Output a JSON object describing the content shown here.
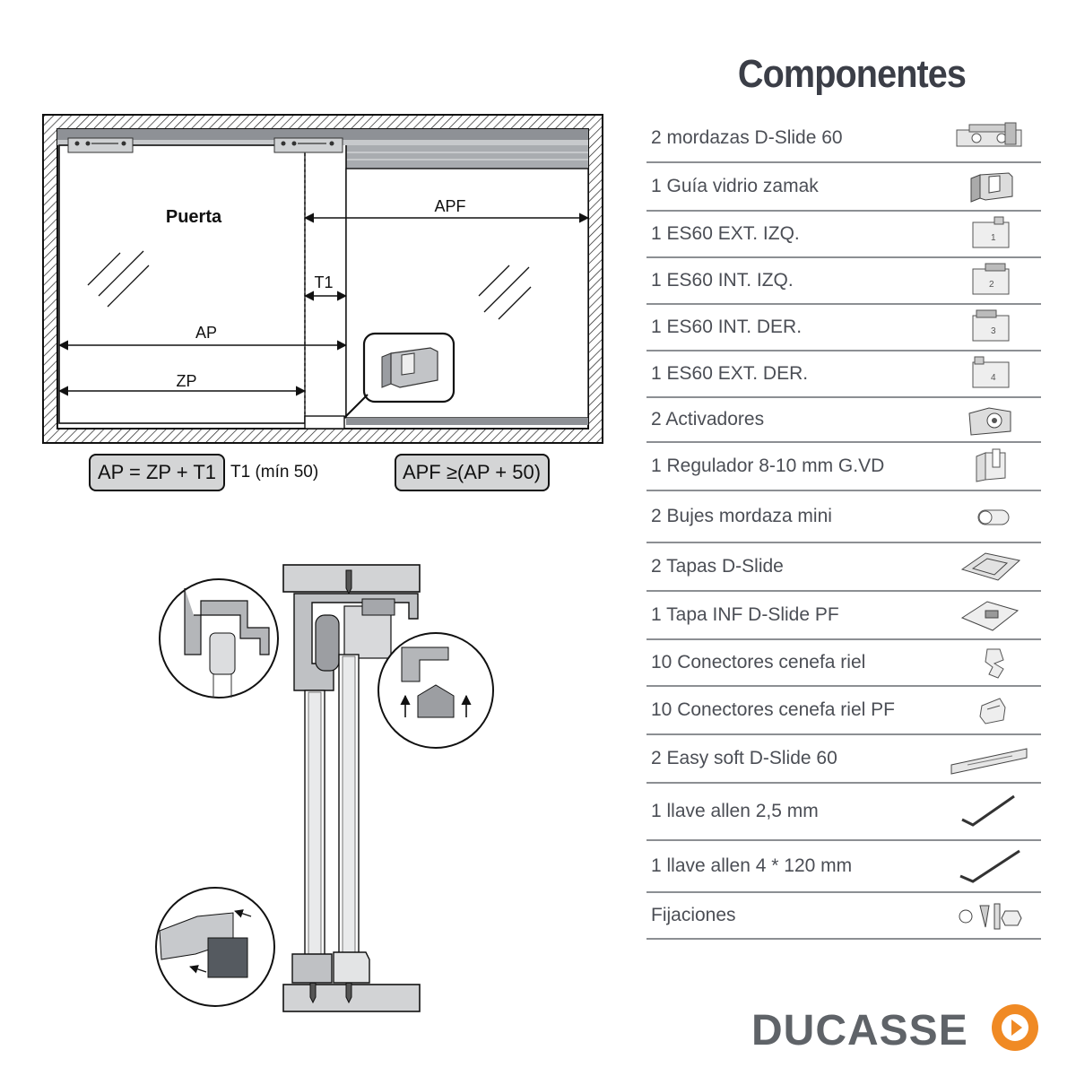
{
  "components_title": "Componentes",
  "diagram": {
    "door_label": "Puerta",
    "apf": "APF",
    "t1": "T1",
    "ap": "AP",
    "zp": "ZP",
    "formula_1": "AP = ZP + T1",
    "t1_min": "T1 (mín 50)",
    "formula_2": "APF ≥(AP + 50)"
  },
  "components": [
    {
      "label": "2 mordazas D-Slide 60",
      "icon": "clamp-icon"
    },
    {
      "label": "1 Guía vidrio zamak",
      "icon": "glass-guide-icon"
    },
    {
      "label": "1 ES60 EXT. IZQ.",
      "icon": "bracket-1-icon"
    },
    {
      "label": "1 ES60 INT. IZQ.",
      "icon": "bracket-2-icon"
    },
    {
      "label": "1 ES60 INT. DER.",
      "icon": "bracket-3-icon"
    },
    {
      "label": "1 ES60 EXT. DER.",
      "icon": "bracket-4-icon"
    },
    {
      "label": "2 Activadores",
      "icon": "activator-icon"
    },
    {
      "label": "1 Regulador 8-10 mm G.VD",
      "icon": "regulator-icon"
    },
    {
      "label": "2 Bujes mordaza mini",
      "icon": "bushing-icon"
    },
    {
      "label": "2 Tapas D-Slide",
      "icon": "cover-icon"
    },
    {
      "label": "1 Tapa INF D-Slide PF",
      "icon": "bottom-cover-icon"
    },
    {
      "label": "10 Conectores cenefa riel",
      "icon": "connector-icon"
    },
    {
      "label": "10 Conectores cenefa riel PF",
      "icon": "connector-pf-icon"
    },
    {
      "label": "2 Easy soft D-Slide 60",
      "icon": "soft-close-icon"
    },
    {
      "label": "1 llave allen 2,5 mm",
      "icon": "allen-key-small-icon"
    },
    {
      "label": "1 llave allen 4 * 120 mm",
      "icon": "allen-key-large-icon"
    },
    {
      "label": "Fijaciones",
      "icon": "fasteners-icon"
    }
  ],
  "brand": "DUCASSE",
  "colors": {
    "brand_orange": "#f08a24",
    "text_gray": "#3b3e47",
    "panel_gray": "#d4d5d6"
  }
}
